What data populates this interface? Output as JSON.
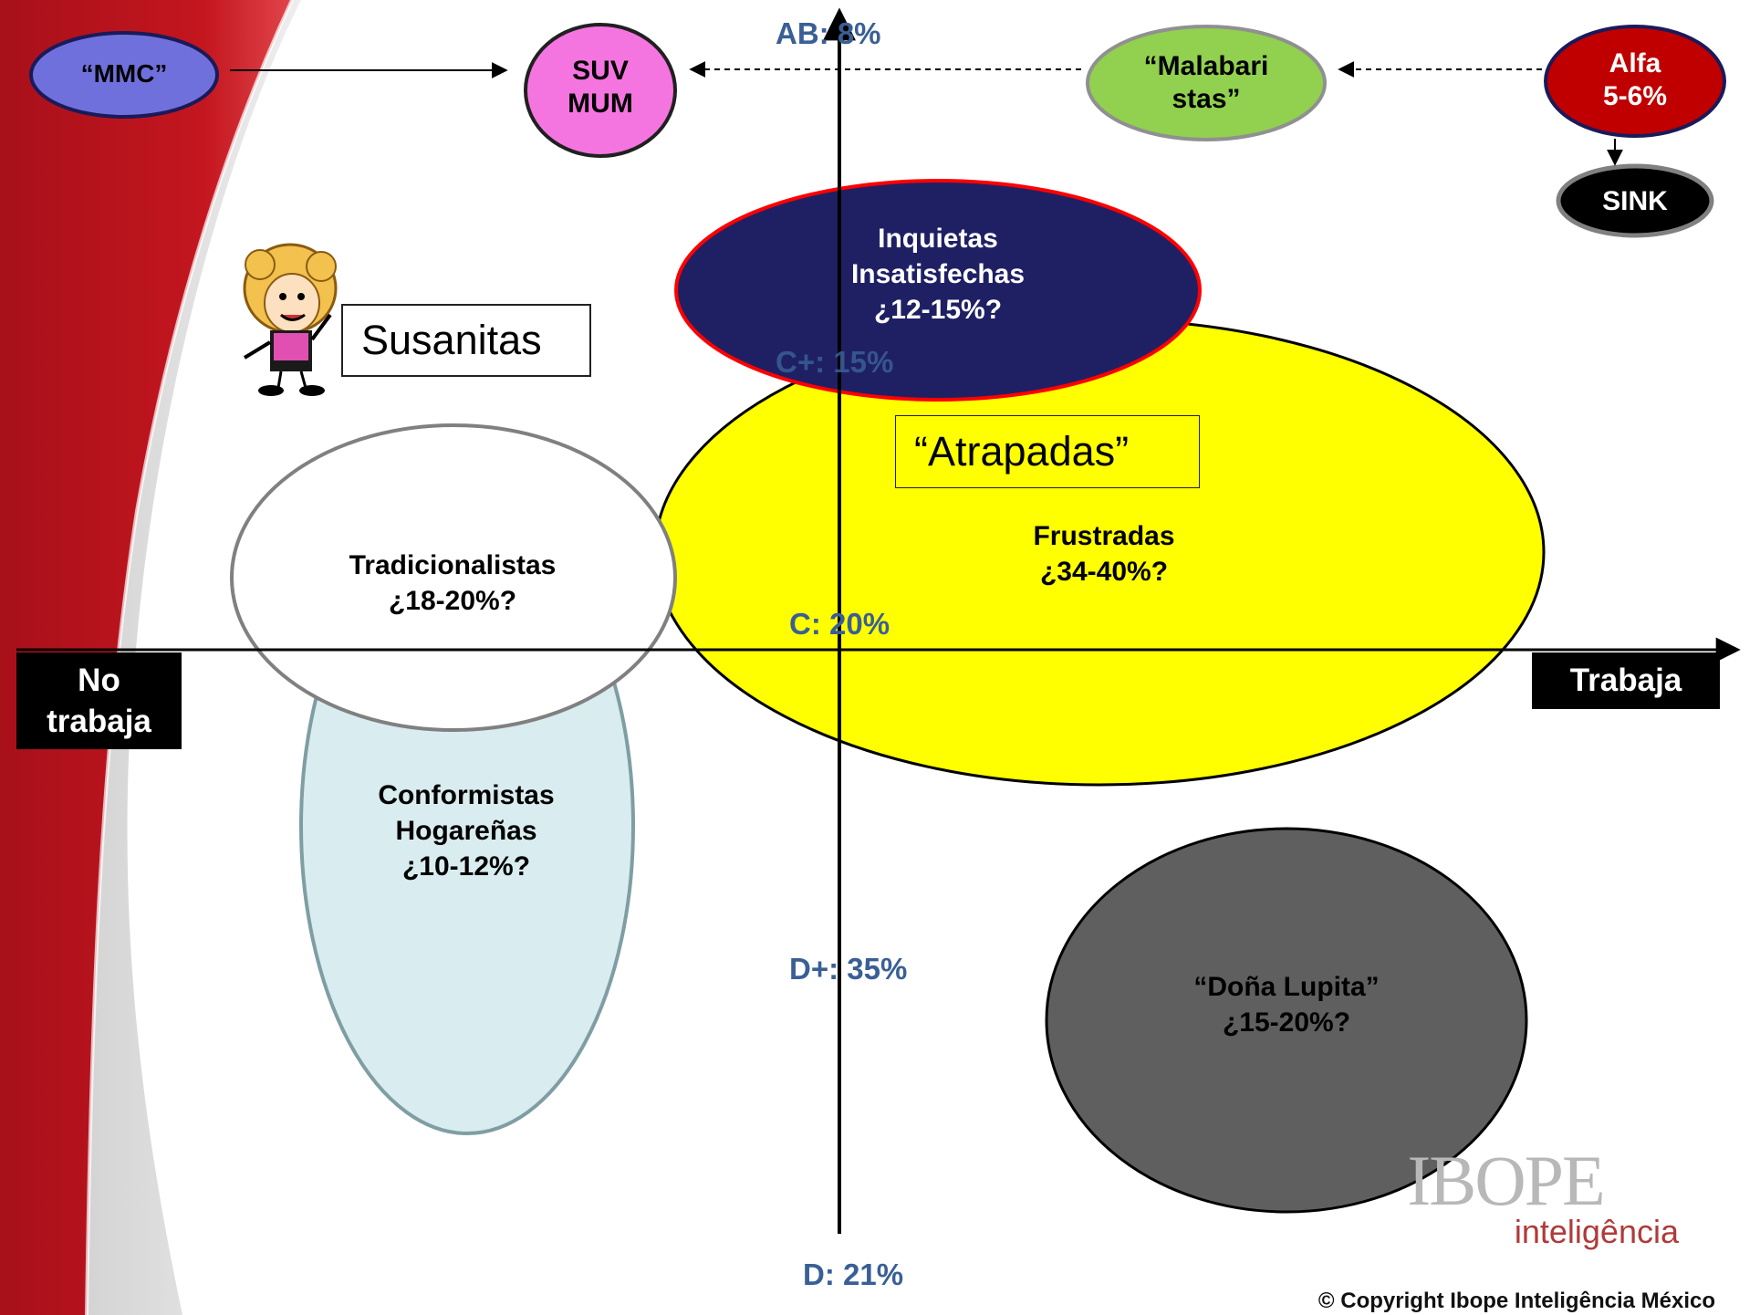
{
  "axes": {
    "left_label": "No\ntrabaja",
    "right_label": "Trabaja"
  },
  "segments": {
    "ab": "AB: 8%",
    "c_plus": "C+: 15%",
    "c": "C: 20%",
    "d_plus": "D+: 35%",
    "d": "D: 21%"
  },
  "top_row": {
    "mmc": "“MMC”",
    "suv": "SUV\nMUM",
    "malabaristas": "“Malabari\nstas”",
    "alfa": "Alfa\n5-6%",
    "sink": "SINK"
  },
  "groups": {
    "inquietas": "Inquietas\nInsatisfechas\n¿12-15%?",
    "frustradas": "Frustradas\n¿34-40%?",
    "tradicionalistas": "Tradicionalistas\n¿18-20%?",
    "conformistas": "Conformistas\nHogareñas\n¿10-12%?",
    "dona_lupita": "“Doña Lupita”\n¿15-20%?"
  },
  "callouts": {
    "susanitas": "Susanitas",
    "atrapadas": "“Atrapadas”"
  },
  "brand": {
    "name": "IBOPE",
    "sub": "inteligência"
  },
  "footer": {
    "copyright": "© Copyright Ibope Inteligência México"
  },
  "colors": {
    "accent_red": "#b5121b",
    "yellow": "#ffff00",
    "navy": "#1f2064",
    "light_blue": "#d9ecef",
    "dark_gray": "#5f5f5f",
    "pink": "#f575e0",
    "green": "#92d050",
    "purple": "#7070dd",
    "alfa_red": "#c00000",
    "segment_text": "#3a5f95"
  }
}
